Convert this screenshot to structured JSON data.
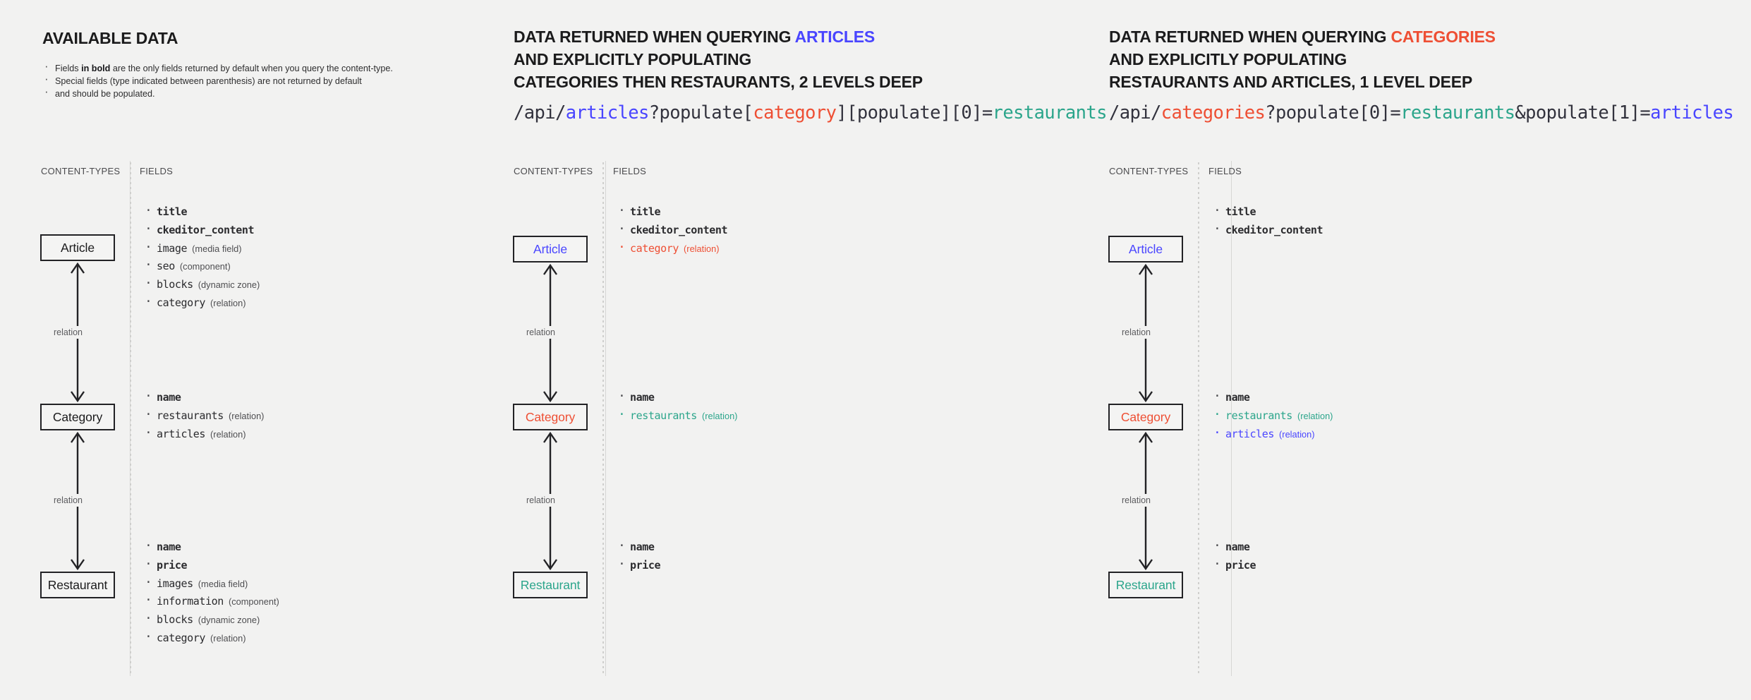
{
  "colors": {
    "background": "#f2f2f1",
    "ink": "#1b1b1c",
    "blue": "#4945ff",
    "red": "#ee4f34",
    "green": "#2ba58b",
    "muted": "#5b5b5e"
  },
  "panels": [
    {
      "id": "available-data",
      "title": "AVAILABLE DATA",
      "legend": [
        {
          "prefix": "Fields ",
          "bold": "in bold",
          "suffix": " are the only fields returned by default when you query the content-type."
        },
        {
          "prefix": "Special fields (type indicated between parenthesis) are not returned by default",
          "bold": "",
          "suffix": ""
        },
        {
          "prefix": "and should be populated.",
          "bold": "",
          "suffix": ""
        }
      ],
      "columns": {
        "content_types": "CONTENT-TYPES",
        "fields": "FIELDS"
      },
      "entities": [
        {
          "name": "Article",
          "color": "ink"
        },
        {
          "name": "Category",
          "color": "ink"
        },
        {
          "name": "Restaurant",
          "color": "ink"
        }
      ],
      "relation_label": "relation",
      "field_groups": [
        {
          "entity": "Article",
          "fields": [
            {
              "name": "title",
              "type": "",
              "bold": true,
              "color": ""
            },
            {
              "name": "ckeditor_content",
              "type": "",
              "bold": true,
              "color": ""
            },
            {
              "name": "image",
              "type": "(media field)",
              "bold": false,
              "color": ""
            },
            {
              "name": "seo",
              "type": "(component)",
              "bold": false,
              "color": ""
            },
            {
              "name": "blocks",
              "type": "(dynamic zone)",
              "bold": false,
              "color": ""
            },
            {
              "name": "category",
              "type": "(relation)",
              "bold": false,
              "color": ""
            }
          ]
        },
        {
          "entity": "Category",
          "fields": [
            {
              "name": "name",
              "type": "",
              "bold": true,
              "color": ""
            },
            {
              "name": "restaurants",
              "type": "(relation)",
              "bold": false,
              "color": ""
            },
            {
              "name": "articles",
              "type": "(relation)",
              "bold": false,
              "color": ""
            }
          ]
        },
        {
          "entity": "Restaurant",
          "fields": [
            {
              "name": "name",
              "type": "",
              "bold": true,
              "color": ""
            },
            {
              "name": "price",
              "type": "",
              "bold": true,
              "color": ""
            },
            {
              "name": "images",
              "type": "(media field)",
              "bold": false,
              "color": ""
            },
            {
              "name": "information",
              "type": "(component)",
              "bold": false,
              "color": ""
            },
            {
              "name": "blocks",
              "type": "(dynamic zone)",
              "bold": false,
              "color": ""
            },
            {
              "name": "category",
              "type": "(relation)",
              "bold": false,
              "color": ""
            }
          ]
        }
      ]
    },
    {
      "id": "query-articles",
      "heading_lines": [
        {
          "plain_before": "DATA RETURNED WHEN QUERYING ",
          "accent": "ARTICLES",
          "accent_color": "blue",
          "plain_after": ""
        },
        {
          "plain_before": "AND EXPLICITLY POPULATING",
          "accent": "",
          "accent_color": "",
          "plain_after": ""
        },
        {
          "plain_before": "CATEGORIES THEN RESTAURANTS, 2 LEVELS DEEP",
          "accent": "",
          "accent_color": "",
          "plain_after": ""
        }
      ],
      "endpoint_parts": [
        {
          "text": "/api/",
          "color": ""
        },
        {
          "text": "articles",
          "color": "blue"
        },
        {
          "text": "?populate[",
          "color": ""
        },
        {
          "text": "category",
          "color": "red"
        },
        {
          "text": "][populate][0]=",
          "color": ""
        },
        {
          "text": "restaurants",
          "color": "green"
        }
      ],
      "columns": {
        "content_types": "CONTENT-TYPES",
        "fields": "FIELDS"
      },
      "entities": [
        {
          "name": "Article",
          "color": "blue"
        },
        {
          "name": "Category",
          "color": "red"
        },
        {
          "name": "Restaurant",
          "color": "green"
        }
      ],
      "relation_label": "relation",
      "field_groups": [
        {
          "entity": "Article",
          "fields": [
            {
              "name": "title",
              "type": "",
              "bold": true,
              "color": ""
            },
            {
              "name": "ckeditor_content",
              "type": "",
              "bold": true,
              "color": ""
            },
            {
              "name": "category",
              "type": "(relation)",
              "bold": false,
              "color": "red"
            }
          ]
        },
        {
          "entity": "Category",
          "fields": [
            {
              "name": "name",
              "type": "",
              "bold": true,
              "color": ""
            },
            {
              "name": "restaurants",
              "type": "(relation)",
              "bold": false,
              "color": "green"
            }
          ]
        },
        {
          "entity": "Restaurant",
          "fields": [
            {
              "name": "name",
              "type": "",
              "bold": true,
              "color": ""
            },
            {
              "name": "price",
              "type": "",
              "bold": true,
              "color": ""
            }
          ]
        }
      ]
    },
    {
      "id": "query-categories",
      "heading_lines": [
        {
          "plain_before": "DATA RETURNED WHEN QUERYING ",
          "accent": "CATEGORIES",
          "accent_color": "red",
          "plain_after": ""
        },
        {
          "plain_before": "AND EXPLICITLY POPULATING",
          "accent": "",
          "accent_color": "",
          "plain_after": ""
        },
        {
          "plain_before": "RESTAURANTS AND ARTICLES, 1 LEVEL DEEP",
          "accent": "",
          "accent_color": "",
          "plain_after": ""
        }
      ],
      "endpoint_parts": [
        {
          "text": "/api/",
          "color": ""
        },
        {
          "text": "categories",
          "color": "red"
        },
        {
          "text": "?populate[0]=",
          "color": ""
        },
        {
          "text": "restaurants",
          "color": "green"
        },
        {
          "text": "&populate[1]=",
          "color": ""
        },
        {
          "text": "articles",
          "color": "blue"
        }
      ],
      "columns": {
        "content_types": "CONTENT-TYPES",
        "fields": "FIELDS"
      },
      "entities": [
        {
          "name": "Article",
          "color": "blue"
        },
        {
          "name": "Category",
          "color": "red"
        },
        {
          "name": "Restaurant",
          "color": "green"
        }
      ],
      "relation_label": "relation",
      "field_groups": [
        {
          "entity": "Article",
          "fields": [
            {
              "name": "title",
              "type": "",
              "bold": true,
              "color": ""
            },
            {
              "name": "ckeditor_content",
              "type": "",
              "bold": true,
              "color": ""
            }
          ]
        },
        {
          "entity": "Category",
          "fields": [
            {
              "name": "name",
              "type": "",
              "bold": true,
              "color": ""
            },
            {
              "name": "restaurants",
              "type": "(relation)",
              "bold": false,
              "color": "green"
            },
            {
              "name": "articles",
              "type": "(relation)",
              "bold": false,
              "color": "blue"
            }
          ]
        },
        {
          "entity": "Restaurant",
          "fields": [
            {
              "name": "name",
              "type": "",
              "bold": true,
              "color": ""
            },
            {
              "name": "price",
              "type": "",
              "bold": true,
              "color": ""
            }
          ]
        }
      ]
    }
  ]
}
